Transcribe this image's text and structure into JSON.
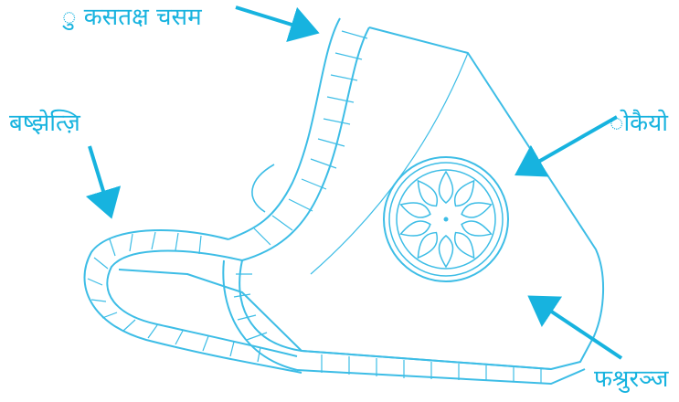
{
  "colors": {
    "accent": "#17b3df",
    "line": "#3dbde6"
  },
  "labels": {
    "top": "ु कसतक्ष चसम",
    "left": "बष्झेत्ज़ि",
    "right": "ोकैयो",
    "bottom": "फश्रुरञ्ज"
  },
  "figure": {
    "subject": "mask-with-valve",
    "icons": [
      "strap-icon",
      "ear-loop-icon",
      "valve-icon",
      "mask-body-icon"
    ]
  }
}
